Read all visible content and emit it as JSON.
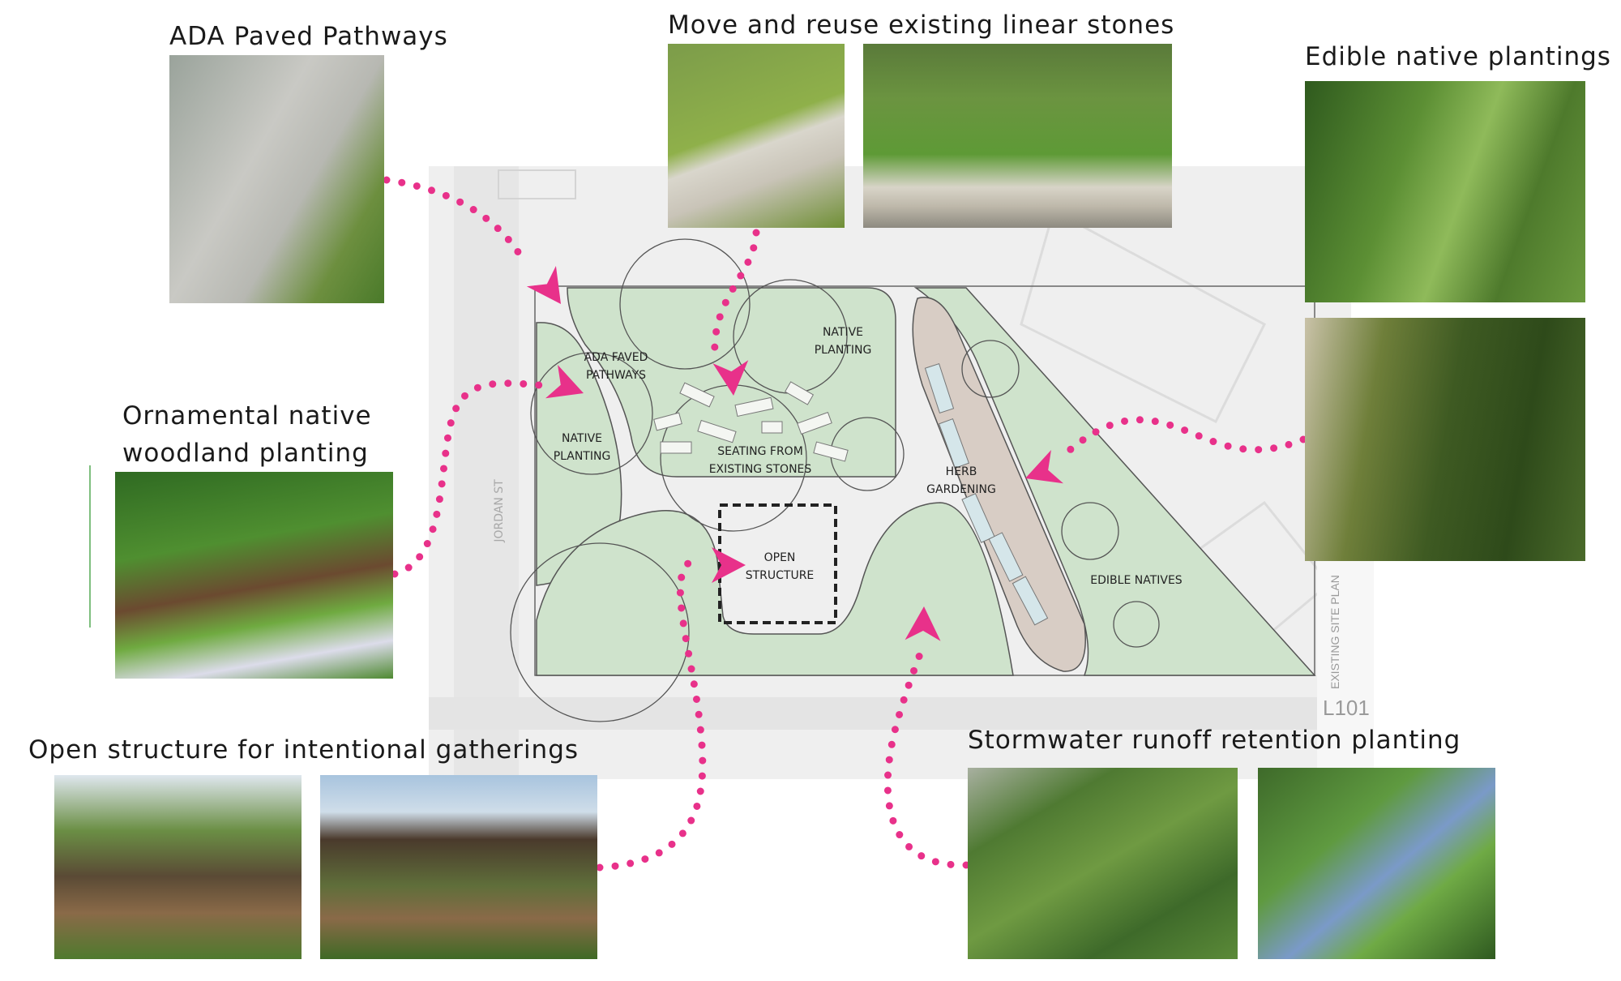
{
  "callouts": {
    "ada": "ADA Paved Pathways",
    "stones": "Move and reuse existing linear stones",
    "edible": "Edible native plantings",
    "ornamental_line1": "Ornamental native",
    "ornamental_line2": "woodland planting",
    "structure": "Open structure for intentional gatherings",
    "stormwater": "Stormwater runoff retention planting"
  },
  "plan": {
    "street": "JORDAN ST",
    "ada_line1": "ADA FAVED",
    "ada_line2": "PATHWAYS",
    "native1_line1": "NATIVE",
    "native1_line2": "PLANTING",
    "native2_line1": "NATIVE",
    "native2_line2": "PLANTING",
    "seating_line1": "SEATING FROM",
    "seating_line2": "EXISTING STONES",
    "structure_line1": "OPEN",
    "structure_line2": "STRUCTURE",
    "herb_line1": "HERB",
    "herb_line2": "GARDENING",
    "edible": "EDIBLE NATIVES",
    "title_block": "EXISTING SITE PLAN",
    "sheet": "L101"
  },
  "colors": {
    "accent_pink": "#e8318a",
    "plan_green": "#cfe3cc",
    "herb_tan": "#d8cdc5"
  }
}
